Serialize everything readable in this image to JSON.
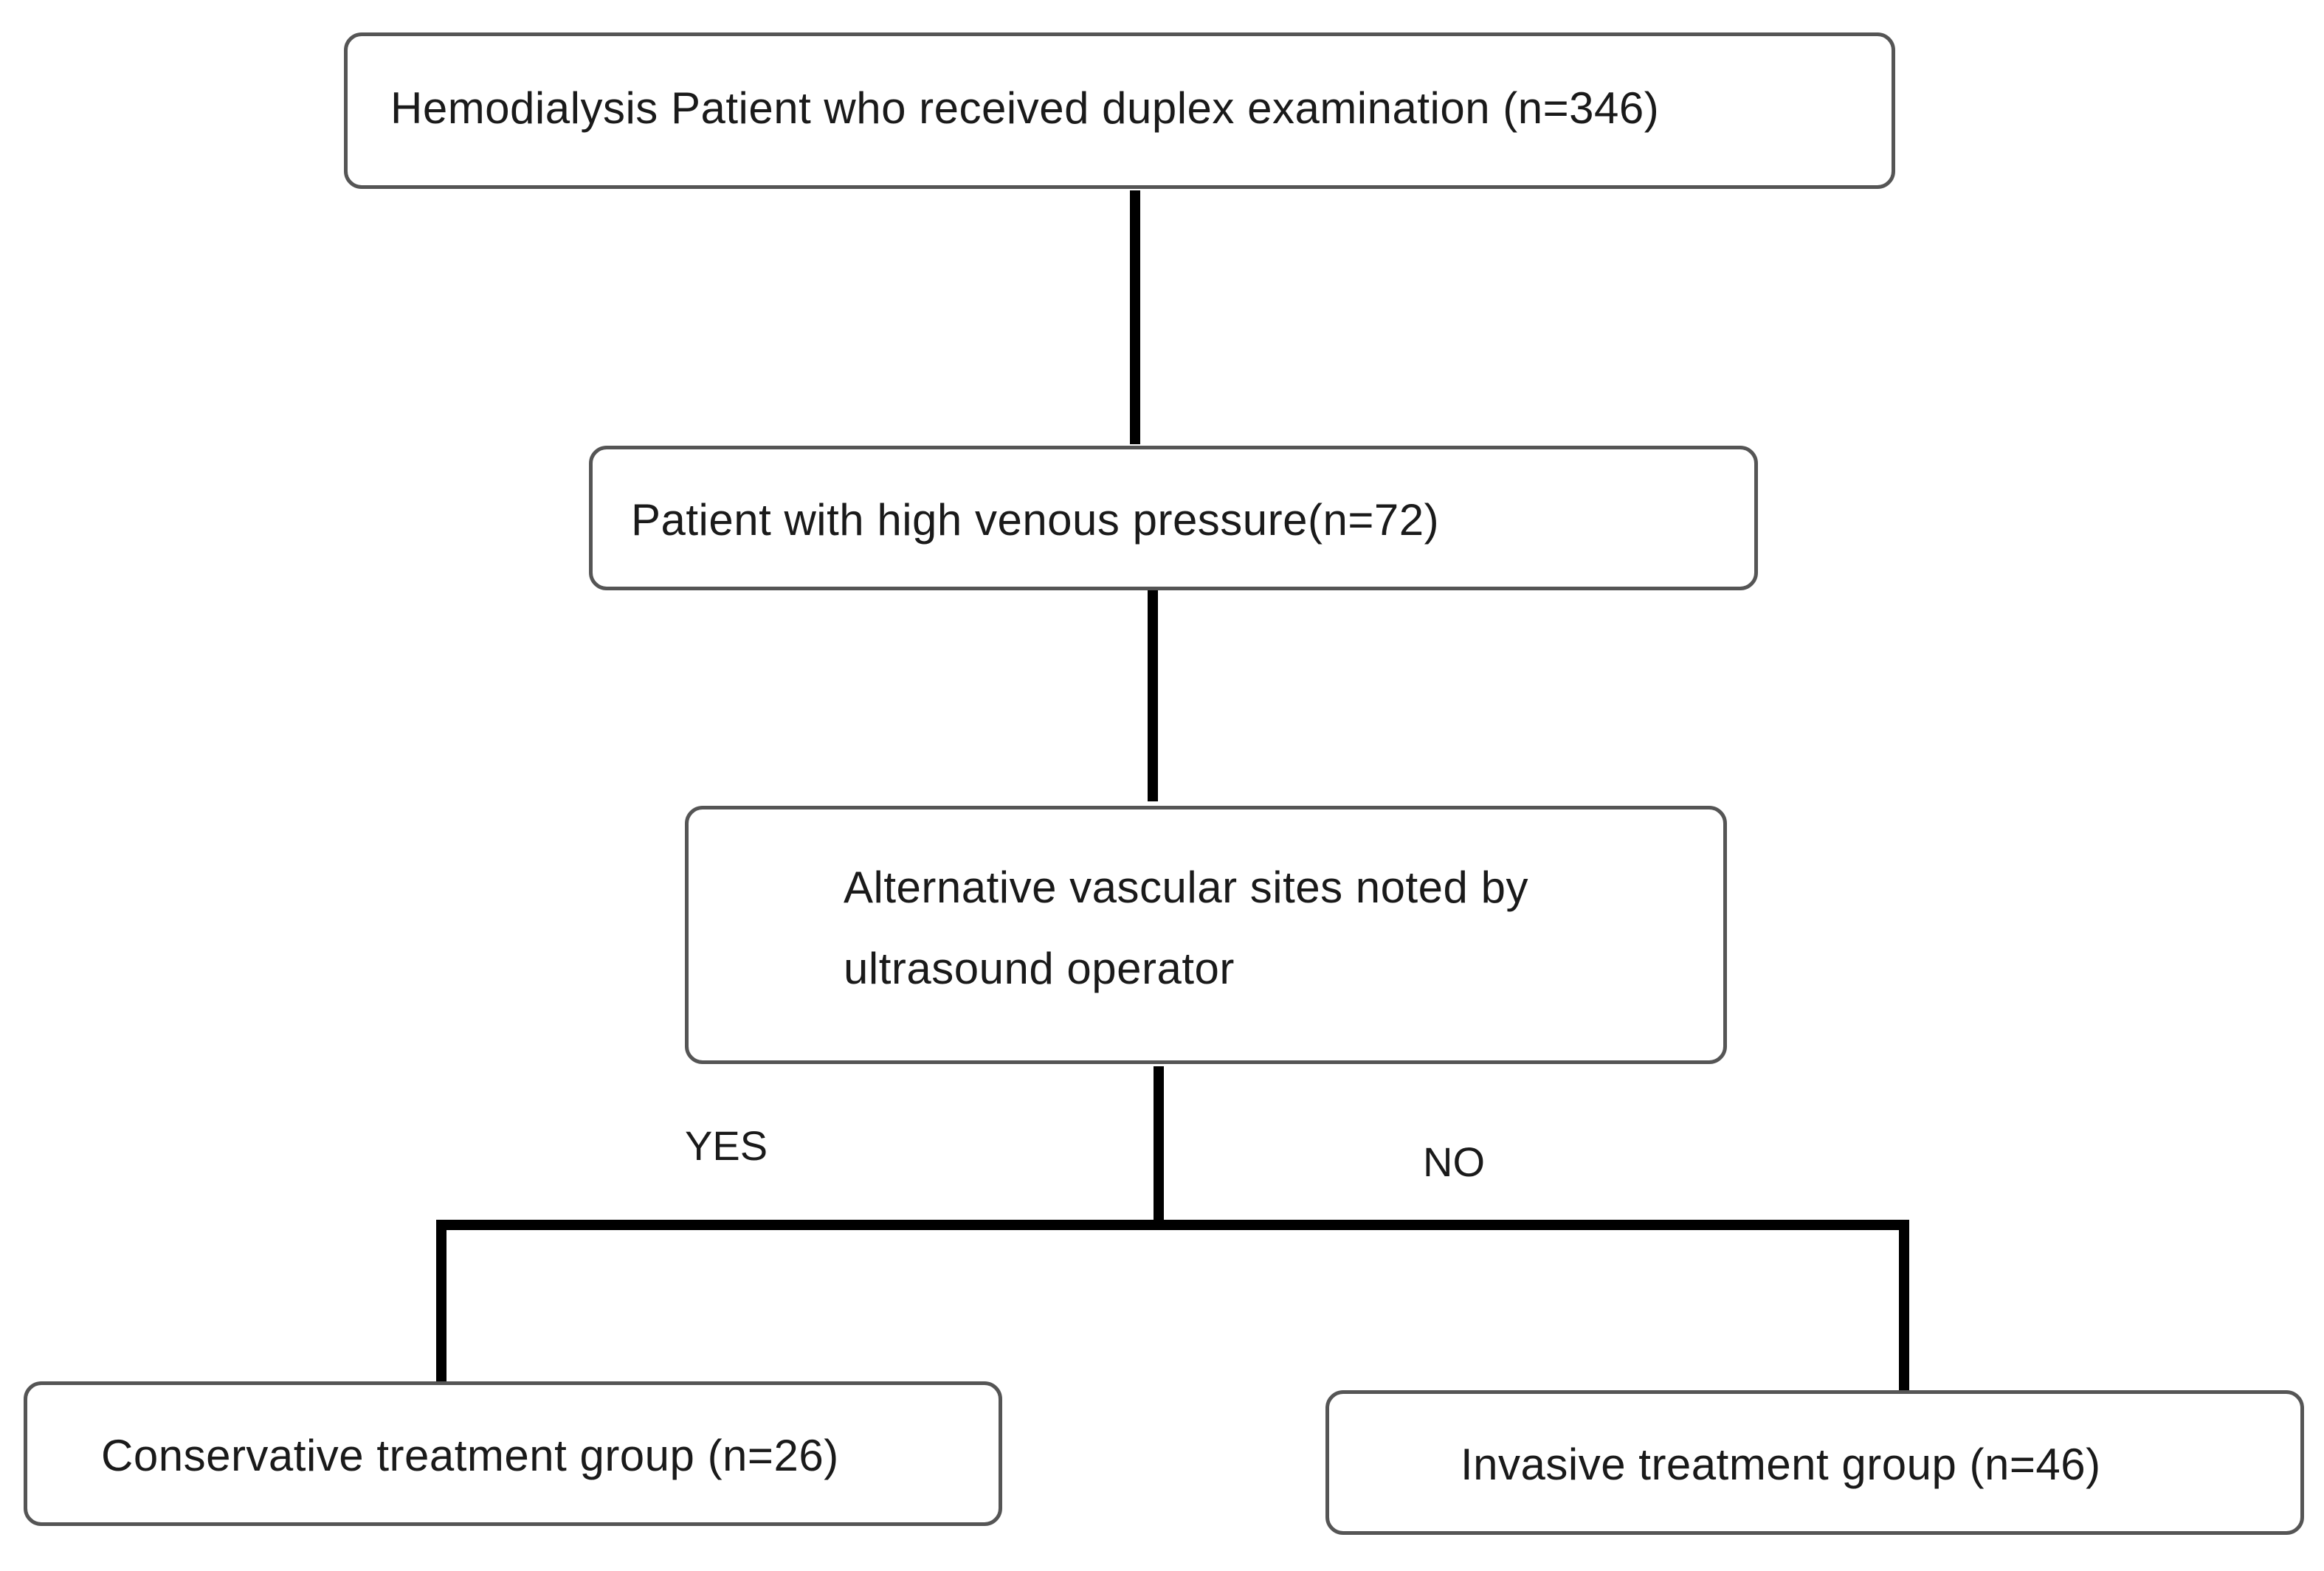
{
  "nodes": {
    "top": {
      "text": "Hemodialysis Patient who received duplex examination (n=346)"
    },
    "high_venous": {
      "text": "Patient with high venous pressure(n=72)"
    },
    "alt_sites": {
      "line1": "Alternative vascular sites noted by",
      "line2": "ultrasound operator"
    },
    "conservative": {
      "text": "Conservative treatment group (n=26)"
    },
    "invasive": {
      "text": "Invasive treatment group (n=46)"
    }
  },
  "branch_labels": {
    "yes": "YES",
    "no": "NO"
  },
  "colors": {
    "box_border": "#555555",
    "connector": "#000000",
    "text": "#1a1a1a"
  }
}
